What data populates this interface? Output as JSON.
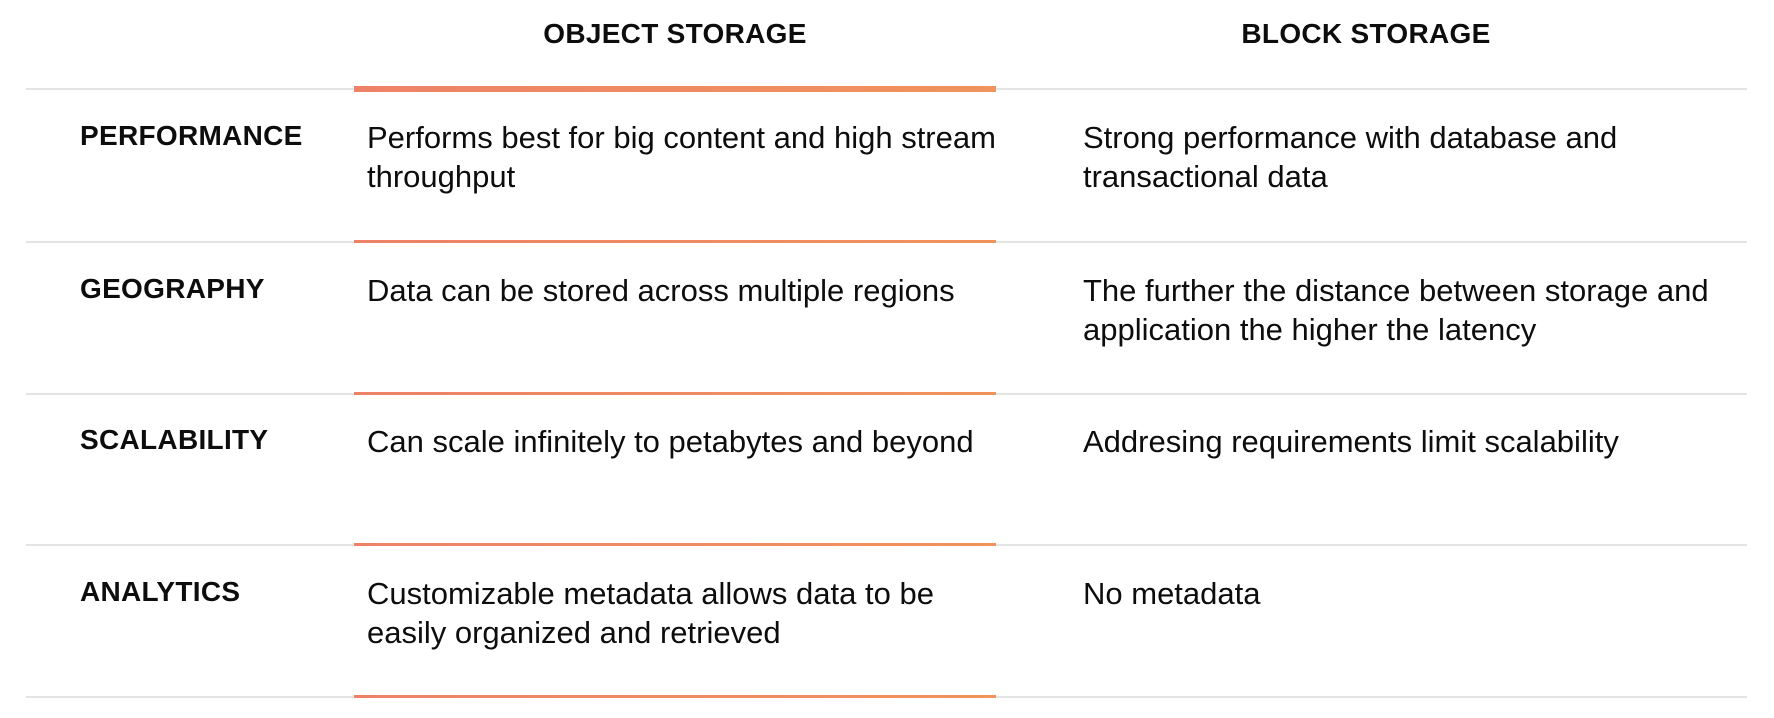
{
  "table": {
    "columns": [
      "OBJECT STORAGE",
      "BLOCK STORAGE"
    ],
    "rows": [
      {
        "label": "PERFORMANCE",
        "object": "Performs best for big content and high stream throughput",
        "block": "Strong performance with database and transactional data"
      },
      {
        "label": "GEOGRAPHY",
        "object": "Data can be stored across multiple regions",
        "block": "The further the distance between storage and application the higher the latency"
      },
      {
        "label": "SCALABILITY",
        "object": "Can scale infinitely to petabytes and beyond",
        "block": "Addresing requirements limit scalability"
      },
      {
        "label": "ANALYTICS",
        "object": "Customizable metadata allows data to be easily organized and retrieved",
        "block": "No metadata"
      }
    ]
  },
  "colors": {
    "accent": "#ee8268",
    "rule": "#e4e4e4",
    "text": "#0d0d0d"
  }
}
